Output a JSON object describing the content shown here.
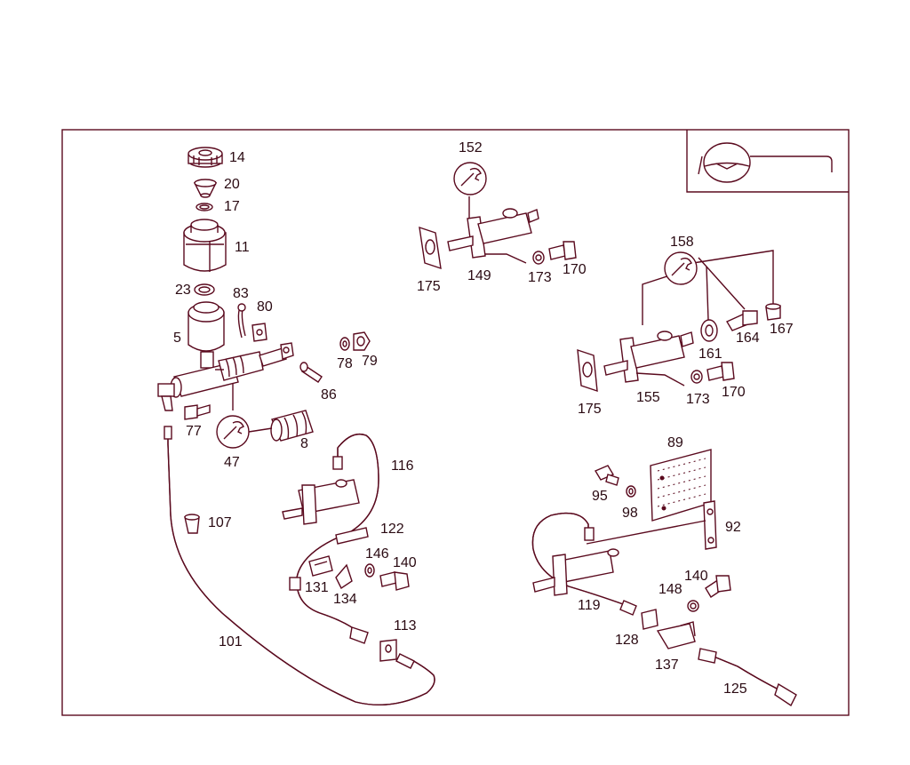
{
  "diagram": {
    "colors": {
      "line": "#5a0a1e",
      "background": "#ffffff",
      "text": "#2a0a12"
    },
    "icons": [
      "wrench-icon",
      "steering-wheel-icon"
    ],
    "callouts": {
      "c14": "14",
      "c20": "20",
      "c17": "17",
      "c11": "11",
      "c23": "23",
      "c83": "83",
      "c80": "80",
      "c5": "5",
      "c78": "78",
      "c79": "79",
      "c86": "86",
      "c77": "77",
      "c47": "47",
      "c8": "8",
      "c107": "107",
      "c101": "101",
      "c116": "116",
      "c122": "122",
      "c146": "146",
      "c140a": "140",
      "c131": "131",
      "c134": "134",
      "c113": "113",
      "c152": "152",
      "c175a": "175",
      "c149": "149",
      "c173a": "173",
      "c170a": "170",
      "c158": "158",
      "c161": "161",
      "c164": "164",
      "c167": "167",
      "c175b": "175",
      "c155": "155",
      "c173b": "173",
      "c170b": "170",
      "c89": "89",
      "c95": "95",
      "c98": "98",
      "c92": "92",
      "c140b": "140",
      "c148": "148",
      "c119": "119",
      "c128": "128",
      "c137": "137",
      "c125": "125"
    }
  }
}
